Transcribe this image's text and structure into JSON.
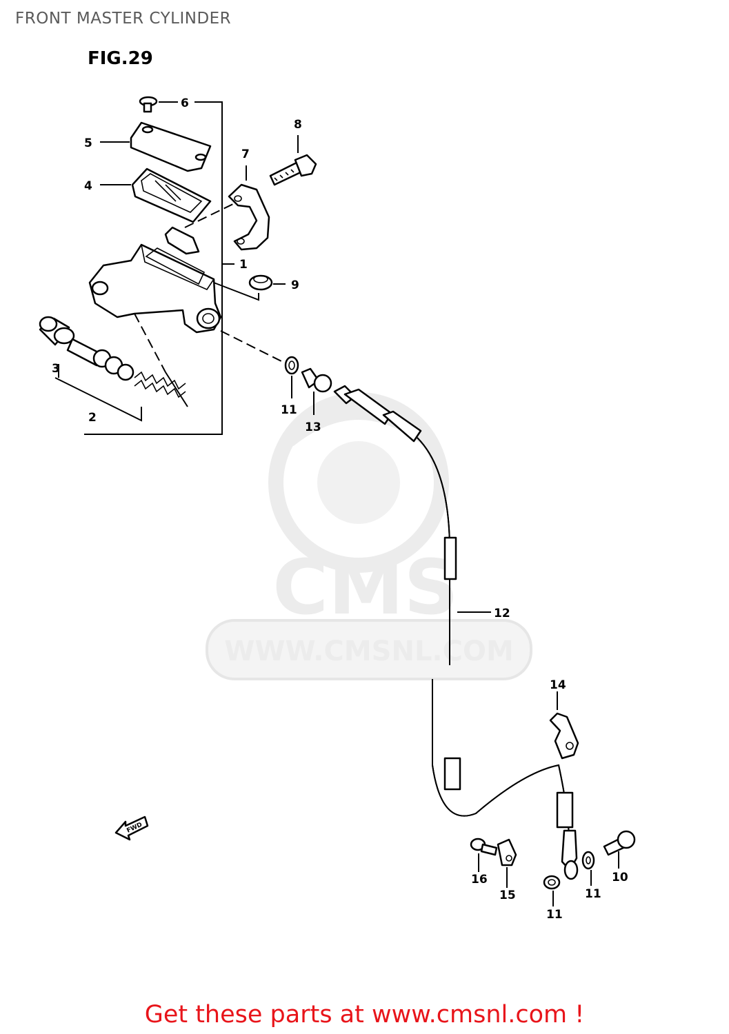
{
  "header": {
    "title": "FRONT MASTER CYLINDER",
    "figure": "FIG.29"
  },
  "watermark": {
    "brand": "CMS",
    "url": "WWW.CMSNL.COM"
  },
  "callouts": [
    {
      "id": "c1",
      "label": "1"
    },
    {
      "id": "c2",
      "label": "2"
    },
    {
      "id": "c3",
      "label": "3"
    },
    {
      "id": "c4",
      "label": "4"
    },
    {
      "id": "c5",
      "label": "5"
    },
    {
      "id": "c6",
      "label": "6"
    },
    {
      "id": "c7",
      "label": "7"
    },
    {
      "id": "c8",
      "label": "8"
    },
    {
      "id": "c9",
      "label": "9"
    },
    {
      "id": "c10",
      "label": "10"
    },
    {
      "id": "c11a",
      "label": "11"
    },
    {
      "id": "c11b",
      "label": "11"
    },
    {
      "id": "c11c",
      "label": "11"
    },
    {
      "id": "c12",
      "label": "12"
    },
    {
      "id": "c13",
      "label": "13"
    },
    {
      "id": "c14",
      "label": "14"
    },
    {
      "id": "c15",
      "label": "15"
    },
    {
      "id": "c16",
      "label": "16"
    }
  ],
  "fwd_label": "FWD",
  "footer": {
    "text": "Get these parts at www.cmsnl.com !"
  }
}
